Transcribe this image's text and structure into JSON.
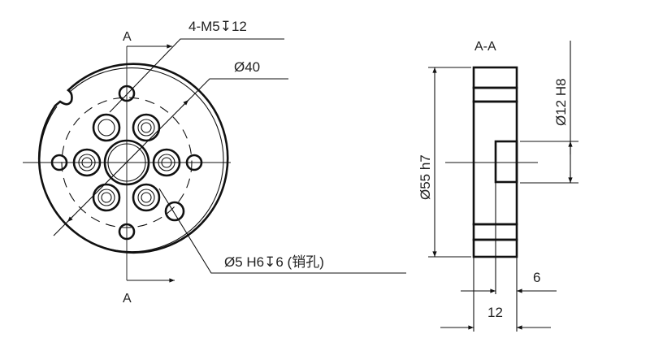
{
  "front_view": {
    "section_mark_top": "A",
    "section_mark_bottom": "A",
    "callout_tapped_holes": "4-M5↧12",
    "callout_bolt_circle": "Ø40",
    "callout_pin_hole": "Ø5 H6↧6 (销孔)"
  },
  "section_view": {
    "title": "A-A",
    "dim_outer_diameter": "Ø55 h7",
    "dim_bore": "Ø12 H8",
    "dim_bore_depth": "6",
    "dim_thickness": "12"
  }
}
